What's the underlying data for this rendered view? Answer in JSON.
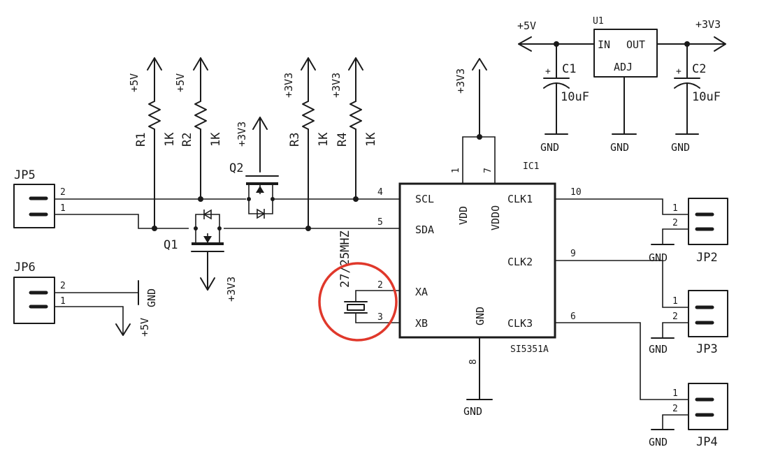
{
  "rails": {
    "v5": "+5V",
    "v3": "+3V3"
  },
  "parts": {
    "r1": {
      "ref": "R1",
      "val": "1K"
    },
    "r2": {
      "ref": "R2",
      "val": "1K"
    },
    "r3": {
      "ref": "R3",
      "val": "1K"
    },
    "r4": {
      "ref": "R4",
      "val": "1K"
    },
    "q1": "Q1",
    "q2": "Q2",
    "c1": {
      "ref": "C1",
      "val": "10uF"
    },
    "c2": {
      "ref": "C2",
      "val": "10uF"
    },
    "u1": {
      "ref": "U1",
      "in": "IN",
      "out": "OUT",
      "adj": "ADJ"
    },
    "crystal": "27/25MHZ",
    "ic": {
      "ref": "IC1",
      "part": "SI5351A",
      "pins": {
        "scl": "SCL",
        "sda": "SDA",
        "xa": "XA",
        "xb": "XB",
        "vdd": "VDD",
        "vddo": "VDDO",
        "gnd": "GND",
        "clk1": "CLK1",
        "clk2": "CLK2",
        "clk3": "CLK3"
      },
      "pin_numbers": {
        "scl": "4",
        "sda": "5",
        "xa": "2",
        "xb": "3",
        "vdd": "1",
        "vddo": "7",
        "gnd": "8",
        "clk1": "10",
        "clk2": "9",
        "clk3": "6"
      }
    }
  },
  "connectors": {
    "jp5": {
      "ref": "JP5",
      "pin1": "1",
      "pin2": "2"
    },
    "jp6": {
      "ref": "JP6",
      "pin1": "1",
      "pin2": "2"
    },
    "jp2": {
      "ref": "JP2",
      "pin1": "1",
      "pin2": "2"
    },
    "jp3": {
      "ref": "JP3",
      "pin1": "1",
      "pin2": "2"
    },
    "jp4": {
      "ref": "JP4",
      "pin1": "1",
      "pin2": "2"
    }
  },
  "gnd_label": "GND",
  "annotation_color": "#e0382b"
}
